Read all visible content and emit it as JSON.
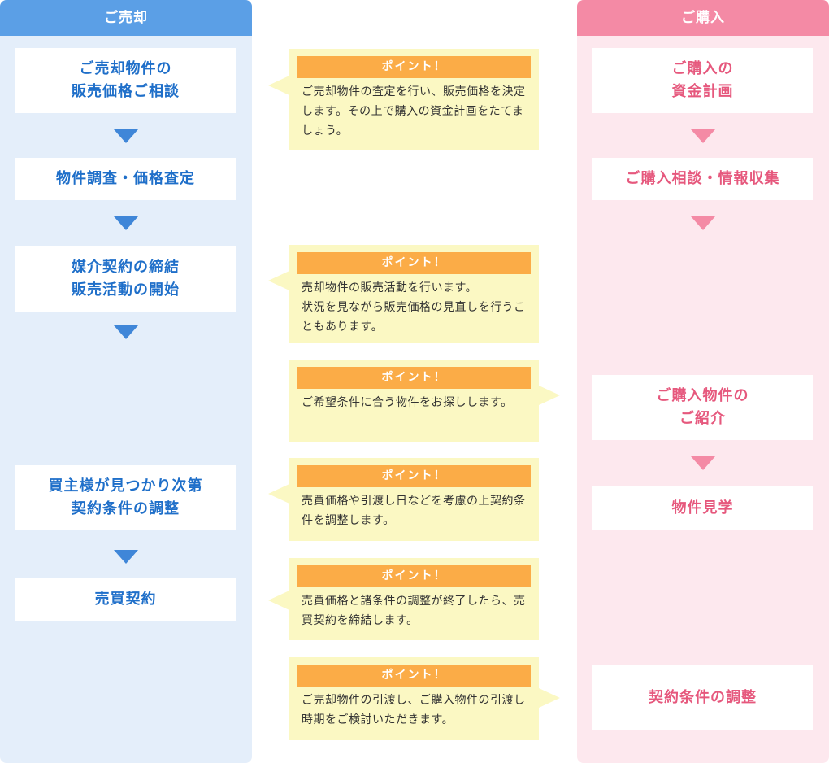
{
  "sell": {
    "header": "ご売却",
    "steps": [
      "ご売却物件の\n販売価格ご相談",
      "物件調査・価格査定",
      "媒介契約の締結\n販売活動の開始",
      "買主様が見つかり次第\n契約条件の調整",
      "売買契約"
    ]
  },
  "buy": {
    "header": "ご購入",
    "steps": [
      "ご購入の\n資金計画",
      "ご購入相談・情報収集",
      "ご購入物件の\nご紹介",
      "物件見学",
      "契約条件の調整"
    ]
  },
  "points": [
    {
      "label": "ポイント！",
      "text": "ご売却物件の査定を行い、販売価格を決定します。その上で購入の資金計画をたてましょう。"
    },
    {
      "label": "ポイント！",
      "text": "売却物件の販売活動を行います。\n状況を見ながら販売価格の見直しを行うこともあります。"
    },
    {
      "label": "ポイント！",
      "text": "ご希望条件に合う物件をお探しします。"
    },
    {
      "label": "ポイント！",
      "text": "売買価格や引渡し日などを考慮の上契約条件を調整します。"
    },
    {
      "label": "ポイント！",
      "text": "売買価格と諸条件の調整が終了したら、売買契約を締結します。"
    },
    {
      "label": "ポイント！",
      "text": "ご売却物件の引渡し、ご購入物件の引渡し時期をご検討いただきます。"
    }
  ],
  "colors": {
    "sell_accent": "#5b9fe6",
    "sell_text": "#1f6fc9",
    "buy_accent": "#f48aa5",
    "buy_text": "#e6587d",
    "point_label_bg": "#fbac47",
    "point_bg": "#fbf8c3"
  }
}
